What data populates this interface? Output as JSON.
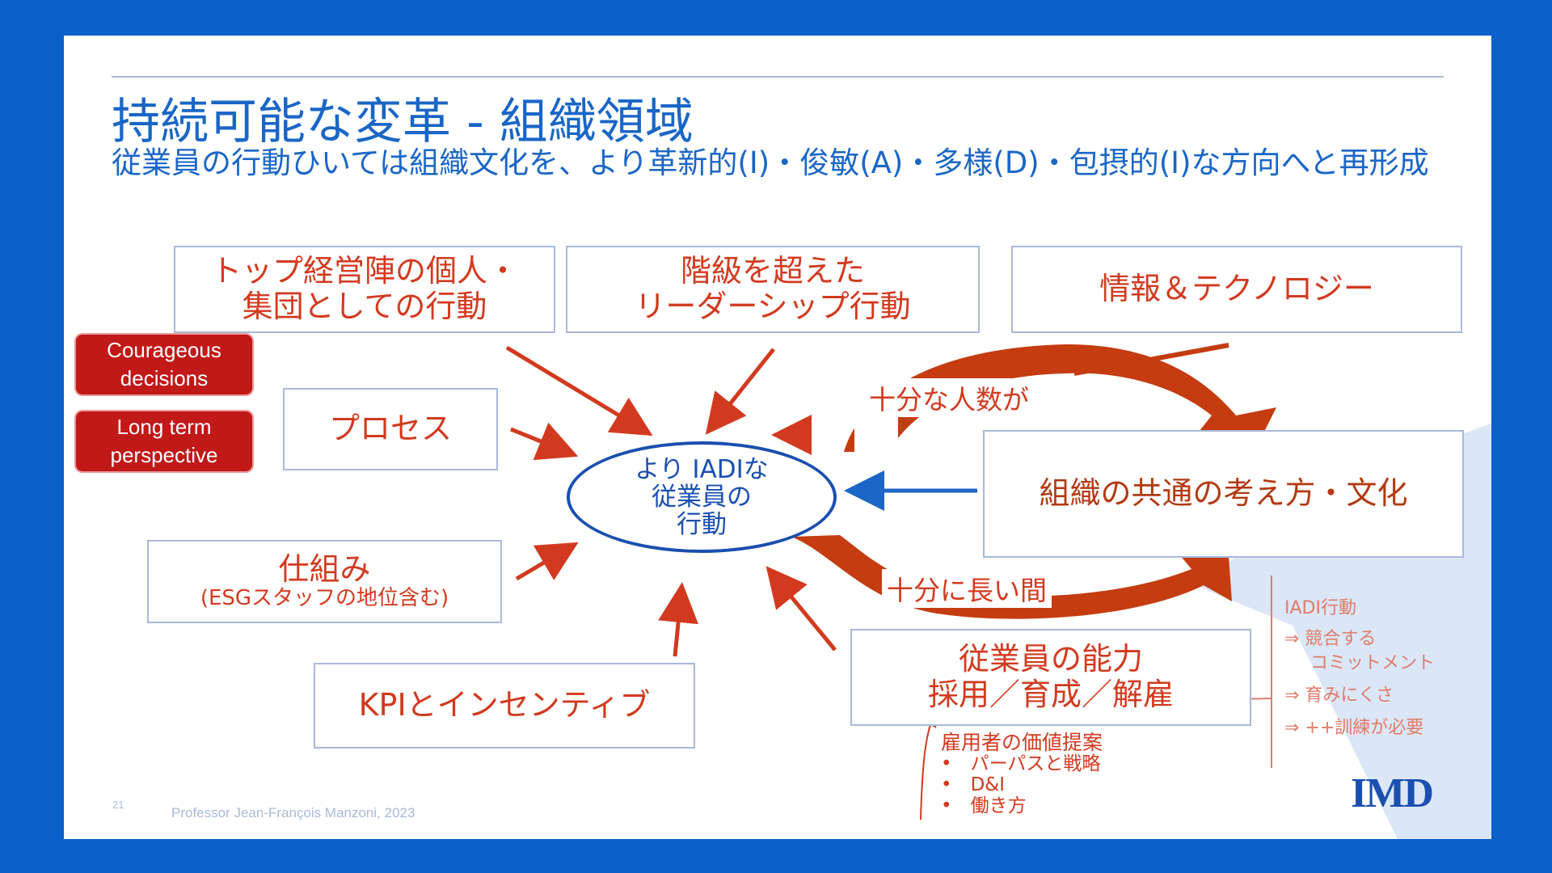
{
  "title": "持続可能な変革 - 組織領域",
  "subtitle": "従業員の行動ひいては組織文化を、より革新的(I)・俊敏(A)・多様(D)・包摂的(I)な方向へと再形成",
  "boxes": {
    "top_leaders": {
      "line1": "トップ経営陣の個人・",
      "line2": "集団としての行動"
    },
    "beyond_hierarchy": {
      "line1": "階級を超えた",
      "line2": "リーダーシップ行動"
    },
    "info_tech": {
      "line1": "情報＆テクノロジー"
    },
    "process": {
      "line1": "プロセス"
    },
    "structure": {
      "line1": "仕組み",
      "line2": "(ESGスタッフの地位含む)"
    },
    "kpi": {
      "line1": "KPIとインセンティブ"
    },
    "culture": {
      "line1": "組織の共通の考え方・文化"
    },
    "capability": {
      "line1": "従業員の能力",
      "line2": "採用／育成／解雇"
    }
  },
  "center": {
    "line1": "より IADIな",
    "line2": "従業員の",
    "line3": "行動"
  },
  "tags": {
    "courageous": {
      "line1": "Courageous",
      "line2": "decisions"
    },
    "long_term": {
      "line1": "Long term",
      "line2": "perspective"
    }
  },
  "flow_labels": {
    "top": "十分な人数が",
    "bottom": "十分に長い間"
  },
  "iadi_list": {
    "heading": "IADI行動",
    "items": [
      "⇒ 競合する",
      "コミットメント",
      "⇒ 育みにくさ",
      "⇒ ++訓練が必要"
    ]
  },
  "evp": {
    "heading": "雇用者の価値提案",
    "items": [
      "•　パーパスと戦略",
      "•　D&I",
      "•　働き方"
    ]
  },
  "footer": "Professor Jean-François Manzoni, 2023",
  "slide_number": "21",
  "logo": "IMD",
  "colors": {
    "background": "#0a5fc9",
    "title": "#1a66c7",
    "accent_red": "#d23a1f",
    "dark_red": "#b23a12",
    "tag_red": "#c11818",
    "oval_blue": "#1a4fb0"
  }
}
